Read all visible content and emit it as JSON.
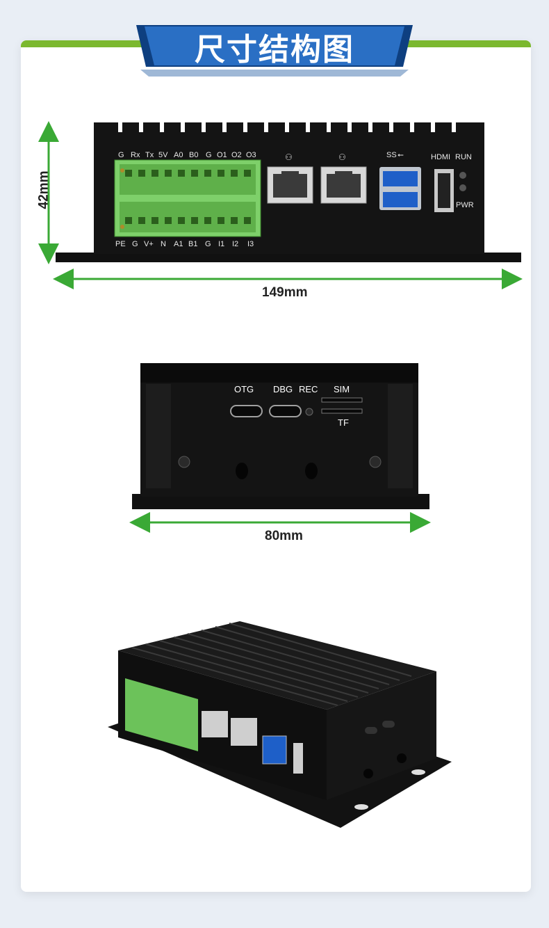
{
  "banner": {
    "title": "尺寸结构图"
  },
  "dimensions": {
    "length": "149mm",
    "width": "80mm",
    "height": "42mm"
  },
  "front_panel": {
    "terminal_top_labels": [
      "G",
      "Rx",
      "Tx",
      "5V",
      "A0",
      "B0",
      "G",
      "O1",
      "O2",
      "O3"
    ],
    "terminal_bottom_labels": [
      "PE",
      "G",
      "V+",
      "N",
      "A1",
      "B1",
      "G",
      "I1",
      "I2",
      "I3"
    ],
    "usb_label": "SS",
    "hdmi_label": "HDMI",
    "run_label": "RUN",
    "pwr_label": "PWR"
  },
  "side_panel": {
    "otg_label": "OTG",
    "dbg_label": "DBG",
    "rec_label": "REC",
    "sim_label": "SIM",
    "tf_label": "TF"
  },
  "colors": {
    "banner_blue": "#1f5fb0",
    "accent_green": "#7bb82f",
    "arrow_green": "#3aa935",
    "terminal_green": "#7ed06a",
    "device_black": "#141414"
  }
}
